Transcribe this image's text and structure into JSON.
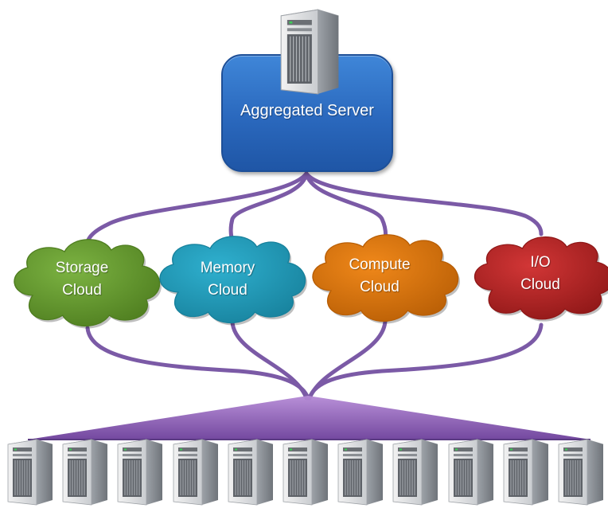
{
  "aggregated_server": {
    "label": "Aggregated Server",
    "color": "#2a68bd",
    "icon": "server-tower-icon"
  },
  "clouds": [
    {
      "id": "storage",
      "line1": "Storage",
      "line2": "Cloud",
      "color": "#7cb342",
      "dark": "#4e7d1f"
    },
    {
      "id": "memory",
      "line1": "Memory",
      "line2": "Cloud",
      "color": "#2fb0cf",
      "dark": "#17819c"
    },
    {
      "id": "compute",
      "line1": "Compute",
      "line2": "Cloud",
      "color": "#f0881a",
      "dark": "#b85e05"
    },
    {
      "id": "io",
      "line1": "I/O",
      "line2": "Cloud",
      "color": "#d23636",
      "dark": "#8e1717"
    }
  ],
  "connector_color": "#7b5aa6",
  "bottom_servers": {
    "count": 11,
    "icon": "server-tower-icon"
  }
}
